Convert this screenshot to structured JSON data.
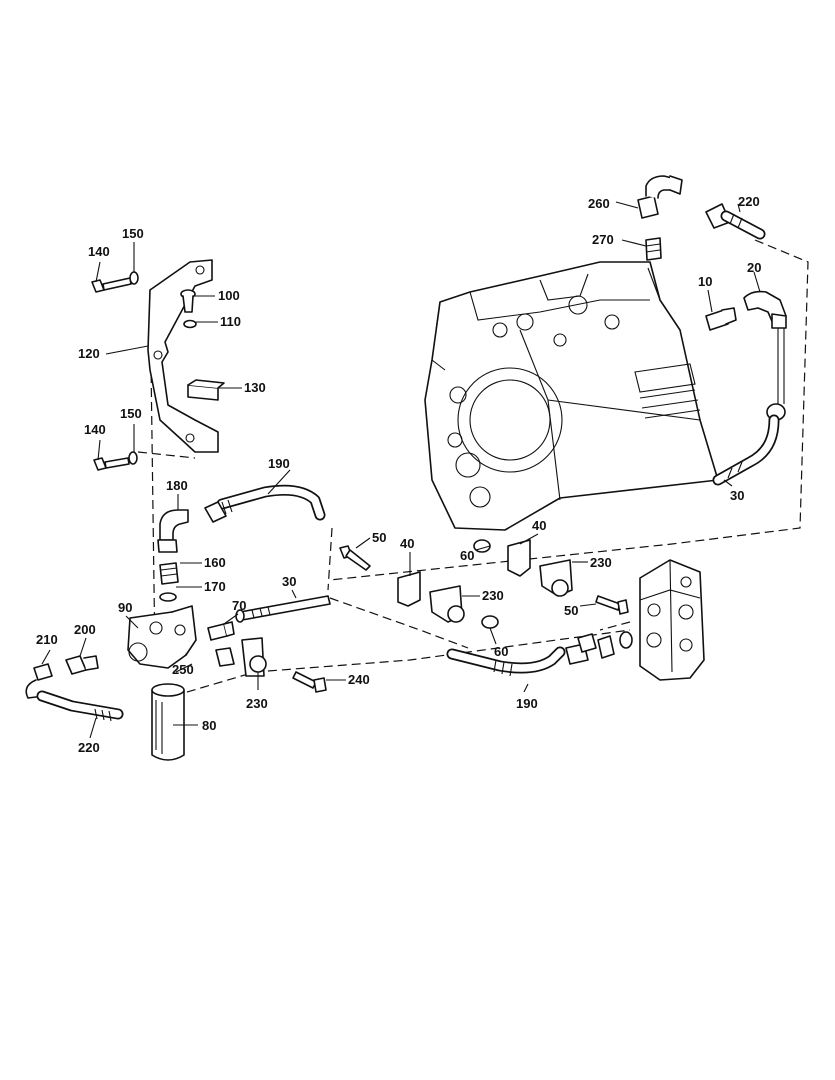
{
  "callouts": {
    "c10": "10",
    "c20": "20",
    "c30a": "30",
    "c30b": "30",
    "c40a": "40",
    "c40b": "40",
    "c50a": "50",
    "c50b": "50",
    "c60a": "60",
    "c60b": "60",
    "c70": "70",
    "c80": "80",
    "c90": "90",
    "c100": "100",
    "c110": "110",
    "c120": "120",
    "c130": "130",
    "c140a": "140",
    "c140b": "140",
    "c150a": "150",
    "c150b": "150",
    "c160": "160",
    "c170": "170",
    "c180": "180",
    "c190a": "190",
    "c190b": "190",
    "c200": "200",
    "c210": "210",
    "c220a": "220",
    "c220b": "220",
    "c230a": "230",
    "c230b": "230",
    "c230c": "230",
    "c240": "240",
    "c250": "250",
    "c260": "260",
    "c270": "270"
  }
}
